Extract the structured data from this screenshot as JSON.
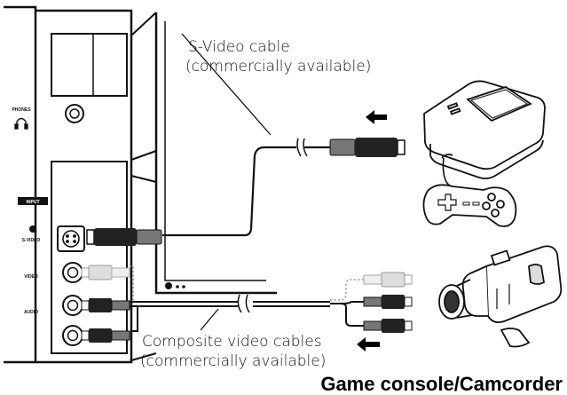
{
  "labels": {
    "svideo_line1": "S-Video cable",
    "svideo_line2": "(commercially available)",
    "composite_line1": "Composite video cables",
    "composite_line2": "(commercially available)",
    "caption": "Game console/Camcorder"
  },
  "panel_labels": {
    "phones": "PHONES",
    "inputs": "INPUT",
    "svideo": "S-VIDEO",
    "video": "VIDEO",
    "audio": "AUDIO"
  },
  "icons": [
    "headphone-icon",
    "arrow-left-icon",
    "game-console-icon",
    "gamepad-icon",
    "camcorder-icon"
  ]
}
